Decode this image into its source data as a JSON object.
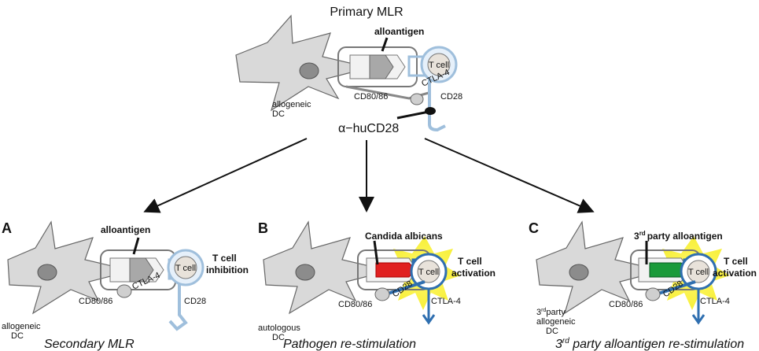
{
  "top": {
    "title": "Primary MLR",
    "alloantigen": "alloantigen",
    "tcell": "T cell",
    "ctla4": "CTLA-4",
    "cd8086": "CD80/86",
    "cd28": "CD28",
    "dc_line1": "allogeneic",
    "dc_line2": "DC",
    "antibody": "α−huCD28"
  },
  "panels": [
    {
      "letter": "A",
      "antigen": "alloantigen",
      "tcell": "T cell",
      "outcome_line1": "T cell",
      "outcome_line2": "inhibition",
      "ctla4": "CTLA-4",
      "cd8086": "CD80/86",
      "cd28": "CD28",
      "dc_lines": [
        "allogeneic",
        "DC"
      ],
      "caption": "Secondary MLR"
    },
    {
      "letter": "B",
      "antigen": "Candida albicans",
      "tcell": "T cell",
      "outcome_line1": "T cell",
      "outcome_line2": "activation",
      "cd28": "CD28",
      "cd8086": "CD80/86",
      "ctla4": "CTLA-4",
      "dc_lines": [
        "autologous",
        "DC"
      ],
      "caption": "Pathogen re-stimulation"
    },
    {
      "letter": "C",
      "antigen_sup": "rd",
      "antigen_num": "3",
      "antigen": "party alloantigen",
      "tcell": "T cell",
      "outcome_line1": "T cell",
      "outcome_line2": "activation",
      "cd28": "CD28",
      "cd8086": "CD80/86",
      "ctla4": "CTLA-4",
      "dc_num": "3",
      "dc_sup": "rd",
      "dc_lines": [
        "party",
        "allogeneic",
        "DC"
      ],
      "caption_num": "3",
      "caption_sup": "rd",
      "caption": " party alloantigen re-stimulation"
    }
  ],
  "colors": {
    "dc_fill": "#d9d9d9",
    "nucleus": "#8c8c8c",
    "tcell_ring": "#bcd4ea",
    "tcell_ring_active": "#2f6fb0",
    "activation_glow": "#f7ef3a",
    "red_antigen": "#e02020",
    "green_antigen": "#1a9a3a"
  }
}
